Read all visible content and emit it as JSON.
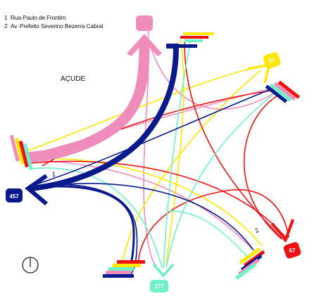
{
  "legend": [
    {
      "num": "1",
      "name": "Rua Paulo de Frontim"
    },
    {
      "num": "2",
      "name": "Av. Prefeito Severino Bezerra Cabral"
    }
  ],
  "area_label": "AÇUDE",
  "route_badges": {
    "south_west": "457",
    "north_east": "67",
    "south_east": "67",
    "south": "177"
  },
  "street_markers": {
    "one": "1",
    "two": "2"
  },
  "colors": {
    "pink": "#f08cbc",
    "navy": "#0a1a8c",
    "yellow": "#ffe800",
    "red": "#ee1111",
    "teal": "#6ff0c8"
  },
  "icons": [
    "compass-icon"
  ]
}
